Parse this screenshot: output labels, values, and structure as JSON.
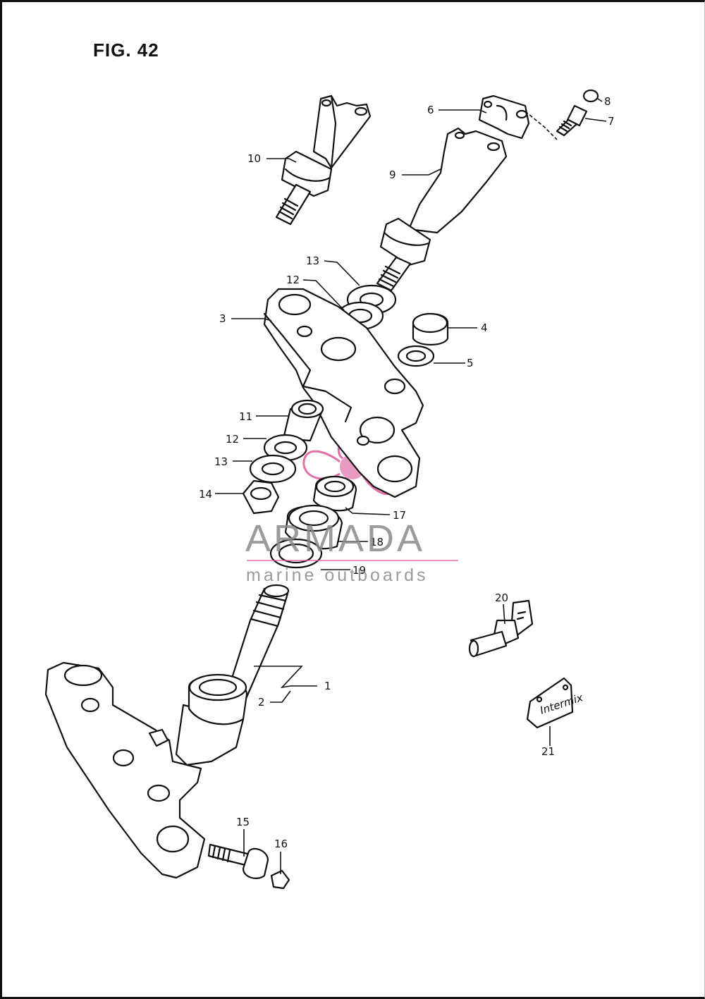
{
  "figure": {
    "title": "FIG. 42"
  },
  "watermark": {
    "brand": "ARMADA",
    "tagline": "marine outboards",
    "color_text": "#8a8a8a",
    "color_logo": "#e0559a"
  },
  "parts": [
    {
      "id": "part-1",
      "label": "1"
    },
    {
      "id": "part-2",
      "label": "2"
    },
    {
      "id": "part-3",
      "label": "3"
    },
    {
      "id": "part-4",
      "label": "4"
    },
    {
      "id": "part-5",
      "label": "5"
    },
    {
      "id": "part-6",
      "label": "6"
    },
    {
      "id": "part-7",
      "label": "7"
    },
    {
      "id": "part-8",
      "label": "8"
    },
    {
      "id": "part-9",
      "label": "9"
    },
    {
      "id": "part-10",
      "label": "10"
    },
    {
      "id": "part-11",
      "label": "11"
    },
    {
      "id": "part-12a",
      "label": "12"
    },
    {
      "id": "part-12b",
      "label": "12"
    },
    {
      "id": "part-13a",
      "label": "13"
    },
    {
      "id": "part-13b",
      "label": "13"
    },
    {
      "id": "part-14",
      "label": "14"
    },
    {
      "id": "part-15",
      "label": "15"
    },
    {
      "id": "part-16",
      "label": "16"
    },
    {
      "id": "part-17",
      "label": "17"
    },
    {
      "id": "part-18",
      "label": "18"
    },
    {
      "id": "part-19",
      "label": "19"
    },
    {
      "id": "part-20",
      "label": "20"
    },
    {
      "id": "part-21",
      "label": "21"
    }
  ],
  "plate_text": "Intermix"
}
